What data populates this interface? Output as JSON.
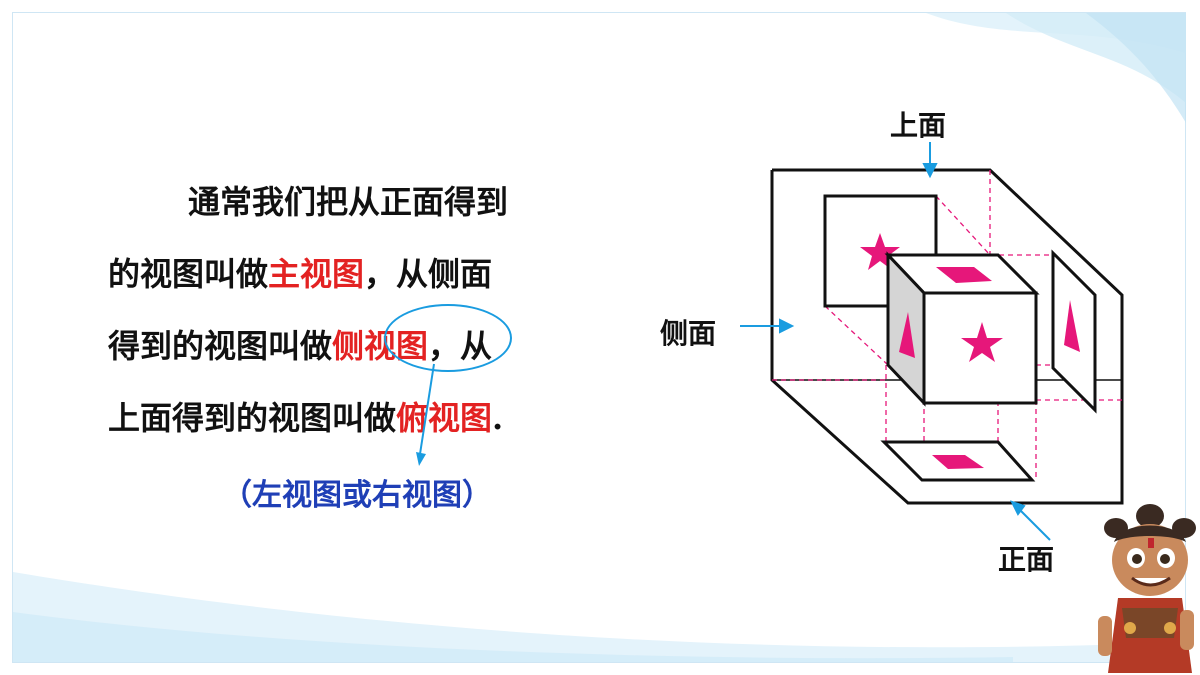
{
  "paragraph": {
    "line1": "通常我们把从正面得到",
    "line2_pre": "的视图叫做",
    "line2_hl": "主视图",
    "line2_post": "，从侧面",
    "line3_pre": "得到的视图叫做",
    "line3_hl": "侧视图",
    "line3_post": "，从",
    "line4_pre": "上面得到的视图叫做",
    "line4_hl": "俯视图",
    "line4_post": "."
  },
  "note": "（左视图或右视图）",
  "diagram": {
    "label_top": "上面",
    "label_side": "侧面",
    "label_front": "正面"
  },
  "colors": {
    "highlight": "#e32222",
    "note": "#1f3fb6",
    "accent": "#1a9ce0",
    "mark": "#e6177a"
  }
}
